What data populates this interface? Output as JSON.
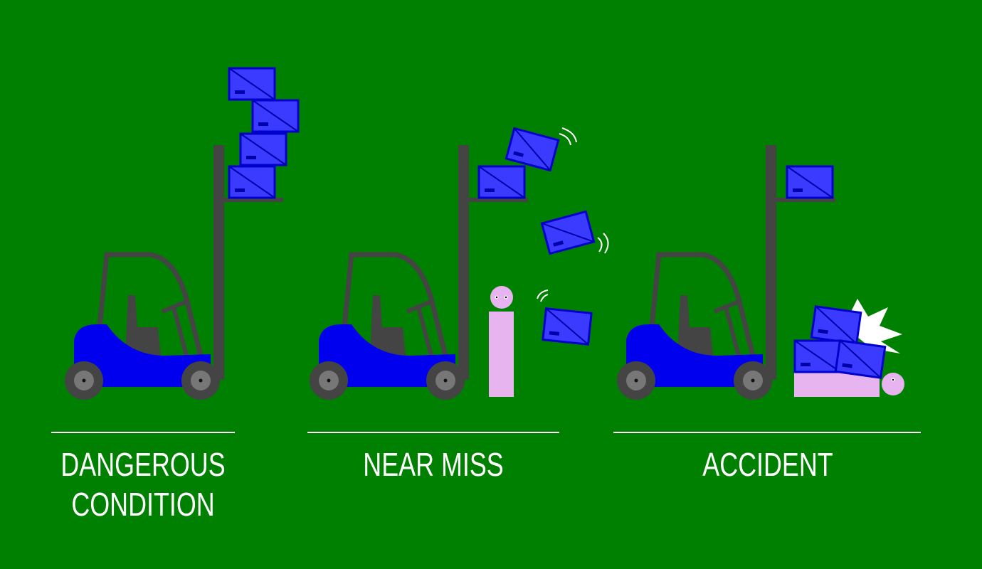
{
  "colors": {
    "background": "#008000",
    "forklift_body": "#0000ee",
    "forklift_frame": "#444444",
    "box_fill": "#3b3bff",
    "box_stroke": "#0000cc",
    "person": "#e8b4f0",
    "text": "#ffffff"
  },
  "panels": [
    {
      "caption_line1": "DANGEROUS",
      "caption_line2": "CONDITION"
    },
    {
      "caption_line1": "NEAR MISS"
    },
    {
      "caption_line1": "ACCIDENT"
    }
  ]
}
